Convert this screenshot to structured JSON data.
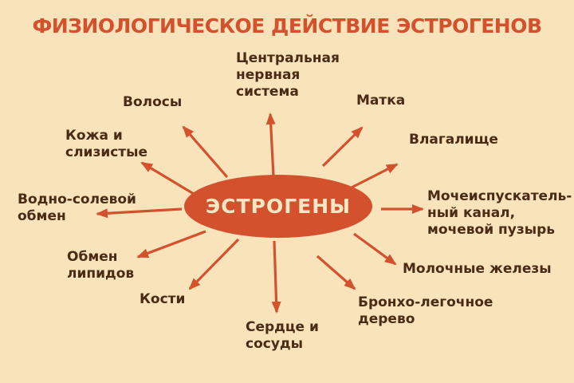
{
  "title": "ФИЗИОЛОГИЧЕСКОЕ ДЕЙСТВИЕ ЭСТРОГЕНОВ",
  "center": {
    "label": "ЭСТРОГЕНЫ"
  },
  "spokes": [
    {
      "id": "central-nervous-system",
      "label": "Центральная\nнервная\nсистема"
    },
    {
      "id": "uterus",
      "label": "Матка"
    },
    {
      "id": "vagina",
      "label": "Влагалище"
    },
    {
      "id": "urethra-bladder",
      "label": "Мочеиспускатель-\nный канал,\nмочевой пузырь"
    },
    {
      "id": "mammary-glands",
      "label": "Молочные железы"
    },
    {
      "id": "bronchopulmonary-tree",
      "label": "Бронхо-легочное\nдерево"
    },
    {
      "id": "heart-vessels",
      "label": "Сердце и\nсосуды"
    },
    {
      "id": "bones",
      "label": "Кости"
    },
    {
      "id": "lipid-metabolism",
      "label": "Обмен\nлипидов"
    },
    {
      "id": "water-salt-metabolism",
      "label": "Водно-солевой\nобмен"
    },
    {
      "id": "skin-mucous",
      "label": "Кожа и\nслизистые"
    },
    {
      "id": "hair",
      "label": "Волосы"
    }
  ],
  "colors": {
    "bg": "#f8e3bb",
    "accent": "#d4512e",
    "label": "#4a2b16",
    "ellipse-text": "#f8e7c4"
  }
}
